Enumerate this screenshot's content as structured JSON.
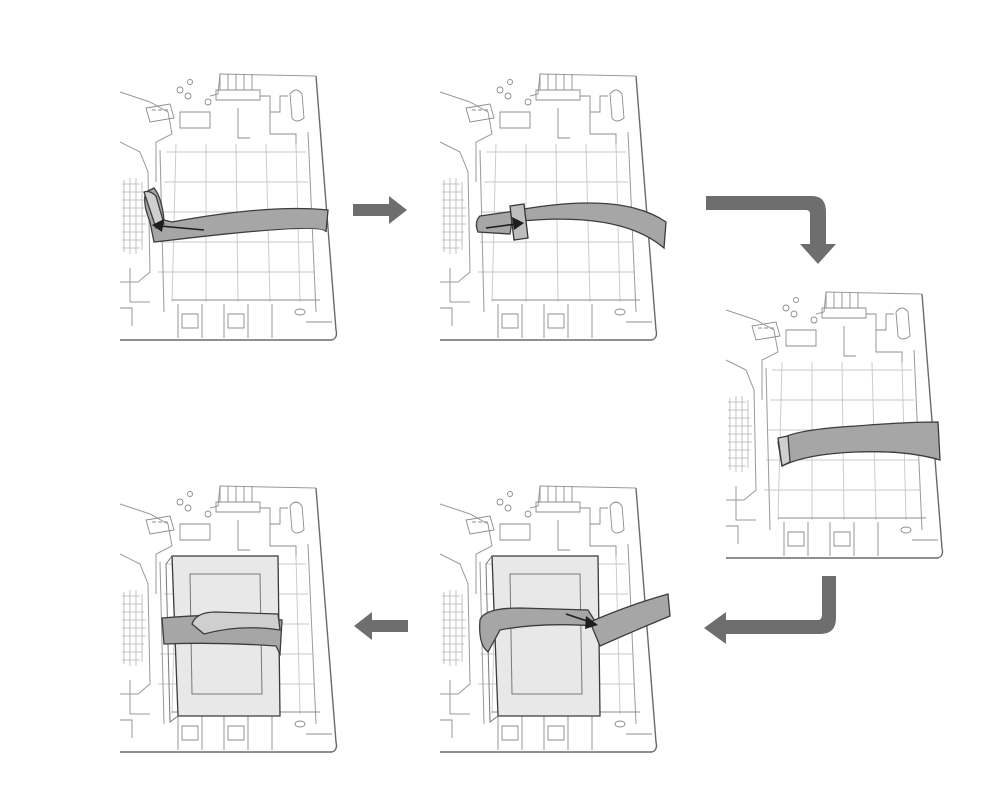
{
  "diagram": {
    "colors": {
      "flow_arrow": "#6e6e6e",
      "strap": "#a6a6a6",
      "line_art": "#9a9a9a"
    },
    "steps": [
      {
        "id": "step-1",
        "name": "strap-threaded-under-board",
        "shows": [
          "strap",
          "strap-direction-arrow"
        ]
      },
      {
        "id": "step-2",
        "name": "strap-end-through-buckle",
        "shows": [
          "strap",
          "buckle",
          "strap-direction-arrow"
        ]
      },
      {
        "id": "step-3",
        "name": "strap-laid-across-board",
        "shows": [
          "strap"
        ]
      },
      {
        "id": "step-4",
        "name": "strap-pulled-over-battery",
        "shows": [
          "battery",
          "strap",
          "strap-direction-arrow"
        ]
      },
      {
        "id": "step-5",
        "name": "battery-strapped-down",
        "shows": [
          "battery",
          "strap"
        ]
      }
    ],
    "flow": [
      {
        "from": "step-1",
        "to": "step-2",
        "icon": "arrow-right-icon"
      },
      {
        "from": "step-2",
        "to": "step-3",
        "icon": "arrow-turn-down-icon"
      },
      {
        "from": "step-3",
        "to": "step-4",
        "icon": "arrow-turn-left-icon"
      },
      {
        "from": "step-4",
        "to": "step-5",
        "icon": "arrow-left-icon"
      }
    ]
  }
}
